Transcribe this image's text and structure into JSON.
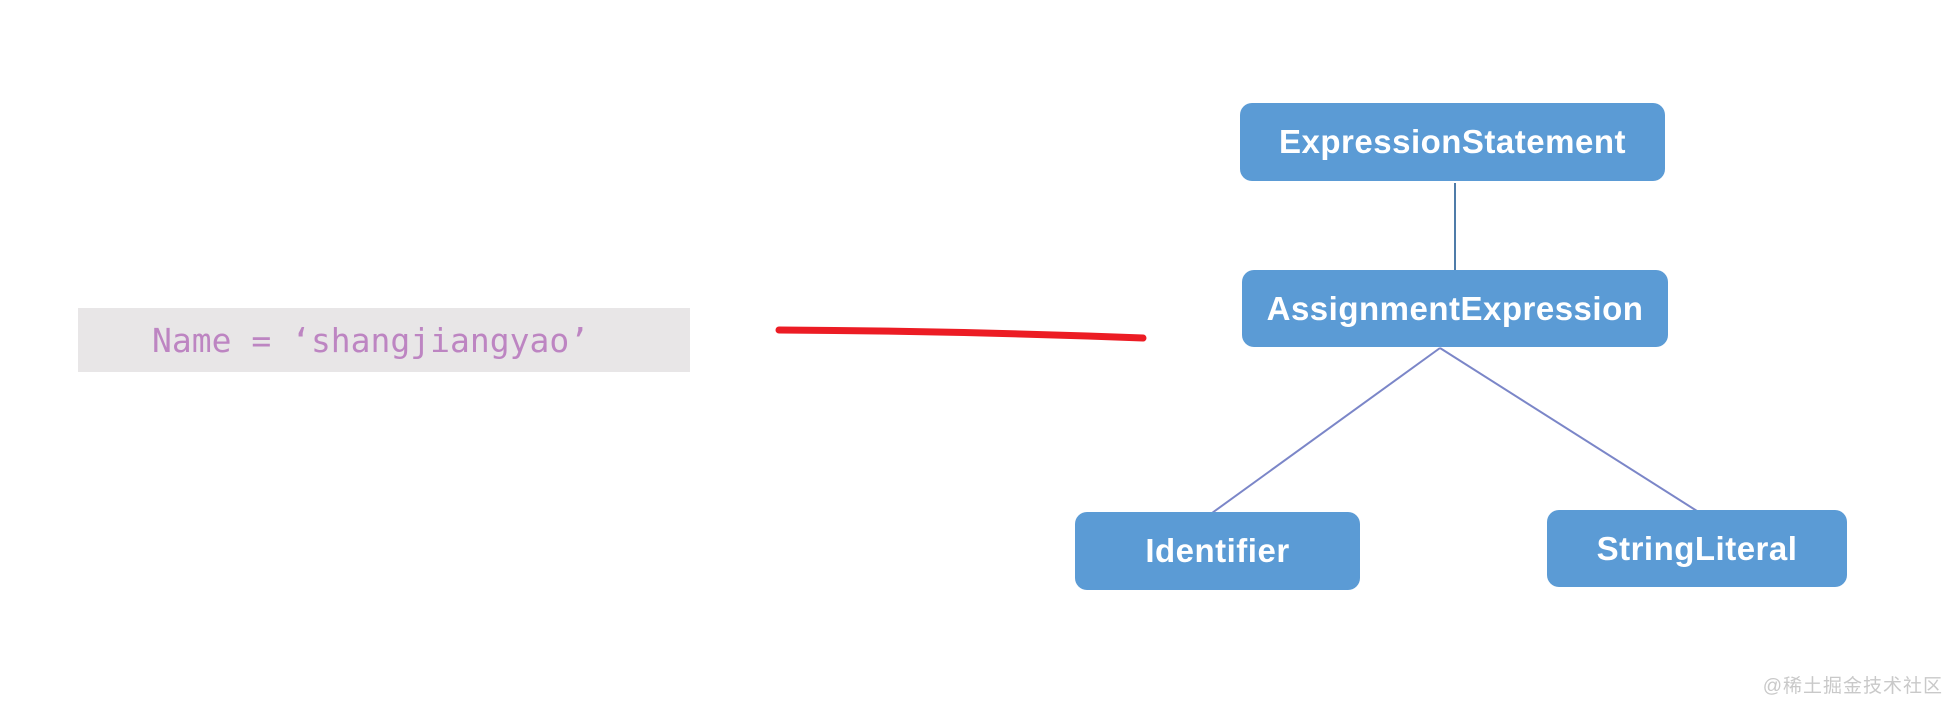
{
  "code_panel": {
    "text": "Name = ‘shangjiangyao’"
  },
  "tree": {
    "nodes": [
      {
        "id": "expression-statement",
        "label": "ExpressionStatement"
      },
      {
        "id": "assignment-expression",
        "label": "AssignmentExpression"
      },
      {
        "id": "identifier",
        "label": "Identifier"
      },
      {
        "id": "string-literal",
        "label": "StringLiteral"
      }
    ],
    "edges": [
      {
        "from": "ExpressionStatement",
        "to": "AssignmentExpression"
      },
      {
        "from": "AssignmentExpression",
        "to": "Identifier"
      },
      {
        "from": "AssignmentExpression",
        "to": "StringLiteral"
      }
    ]
  },
  "annotation": {
    "type": "red-marker-line",
    "meaning": "links code snippet to its AST"
  },
  "watermark": {
    "text": "@稀土掘金技术社区"
  },
  "colors": {
    "background": "#ffffff",
    "node_fill": "#5b9bd5",
    "node_text": "#ffffff",
    "connector_vertical": "#4f7ca9",
    "connector_diagonal": "#7b86c8",
    "marker_red": "#ec1c24",
    "code_bg": "#e8e6e7",
    "code_text": "#bd85c2",
    "watermark_text": "#c9c9c9"
  }
}
